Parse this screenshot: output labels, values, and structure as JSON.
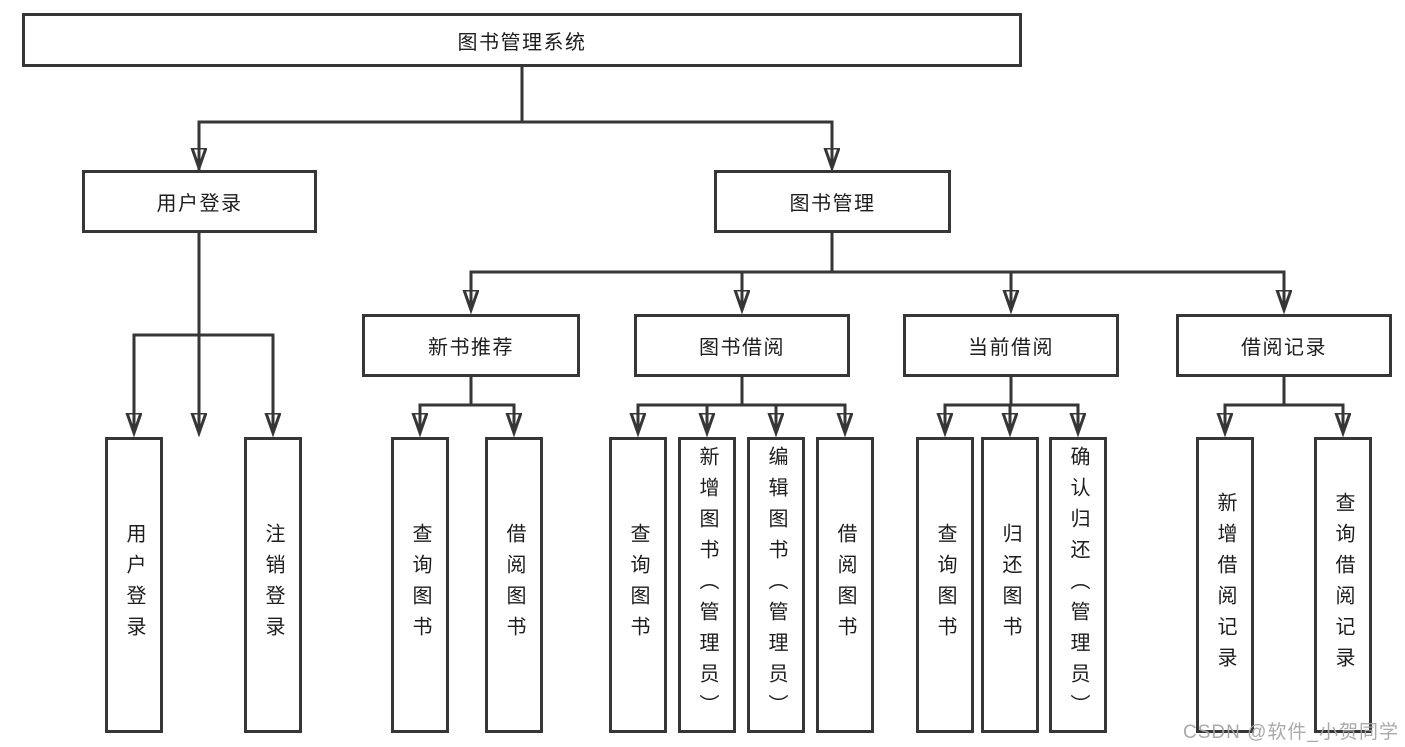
{
  "colors": {
    "line": "#363636",
    "text": "#1d1d1d",
    "background": "#ffffff",
    "watermark": "#a5a5a5"
  },
  "nodes": {
    "root": "图书管理系统",
    "userLogin": "用户登录",
    "bookManagement": "图书管理",
    "newBookRecommend": "新书推荐",
    "bookBorrowing": "图书借阅",
    "currentBorrowing": "当前借阅",
    "borrowRecords": "借阅记录",
    "userLoginLeaf": "用户登录",
    "logoutLeaf": "注销登录",
    "queryBooksUnderRecommend": "查询图书",
    "borrowBooksUnderRecommend": "借阅图书",
    "queryBooksUnderBorrowing": "查询图书",
    "addBookAdmin": "新增图书（管理员）",
    "editBookAdmin": "编辑图书（管理员）",
    "borrowBooksUnderBorrowing": "借阅图书",
    "queryBooksUnderCurrent": "查询图书",
    "returnBooks": "归还图书",
    "confirmReturnAdmin": "确认归还（管理员）",
    "addBorrowRecord": "新增借阅记录",
    "queryBorrowRecord": "查询借阅记录"
  },
  "watermark": "CSDN @软件_小贺同学"
}
